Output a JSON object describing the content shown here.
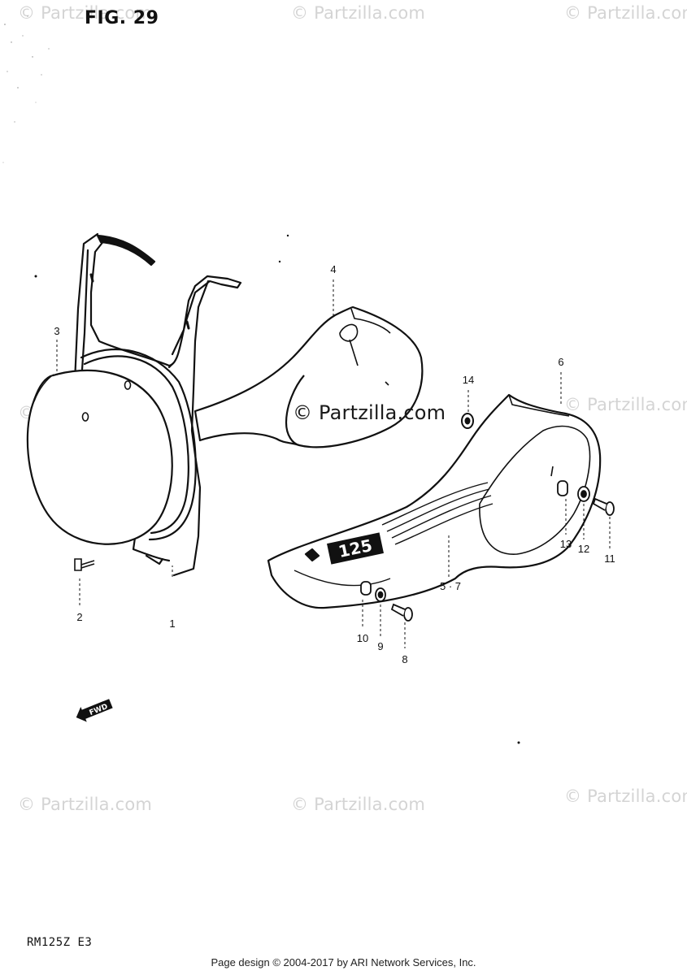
{
  "figure": {
    "title": "FIG. 29",
    "model": "RM125Z  E3",
    "fwd_label": "FWD",
    "part_badge": "125"
  },
  "watermarks": {
    "text": "© Partzilla.com",
    "center_text": "© Partzilla.com"
  },
  "callouts": [
    "1",
    "2",
    "3",
    "4",
    "5 · 7",
    "6",
    "8",
    "9",
    "10",
    "11",
    "12",
    "13",
    "14"
  ],
  "footer": "Page design © 2004-2017 by ARI Network Services, Inc."
}
